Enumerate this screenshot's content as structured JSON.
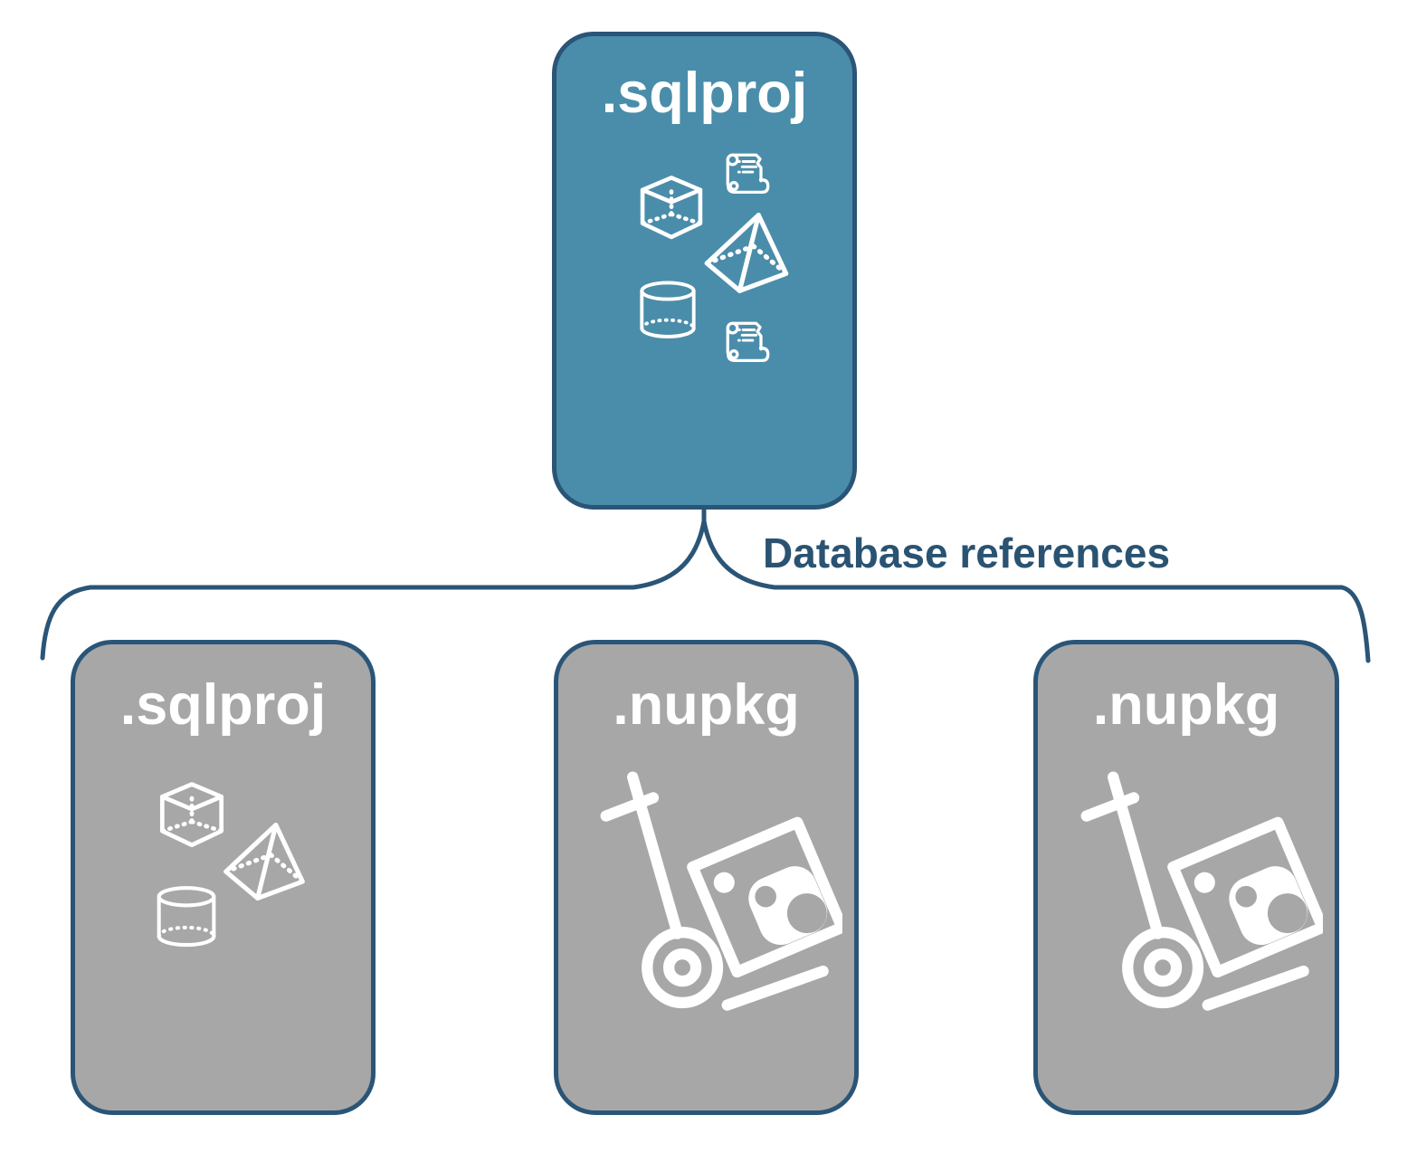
{
  "diagram": {
    "root": {
      "label": ".sqlproj",
      "icons": [
        "cube-icon",
        "scroll-icon",
        "pyramid-icon",
        "cylinder-icon",
        "scroll-icon"
      ]
    },
    "connector": {
      "label": "Database references",
      "shape": "curly-brace"
    },
    "children": [
      {
        "label": ".sqlproj",
        "icons": [
          "cube-icon",
          "pyramid-icon",
          "cylinder-icon"
        ]
      },
      {
        "label": ".nupkg",
        "icons": [
          "hand-truck-icon",
          "nuget-package-icon"
        ]
      },
      {
        "label": ".nupkg",
        "icons": [
          "hand-truck-icon",
          "nuget-package-icon"
        ]
      }
    ],
    "colors": {
      "root_fill": "#4A8DAA",
      "child_fill": "#A7A7A7",
      "node_border": "#2A5577",
      "connector": "#2A5577",
      "label_text": "#2A5372",
      "icon_stroke": "#FFFFFF"
    }
  }
}
